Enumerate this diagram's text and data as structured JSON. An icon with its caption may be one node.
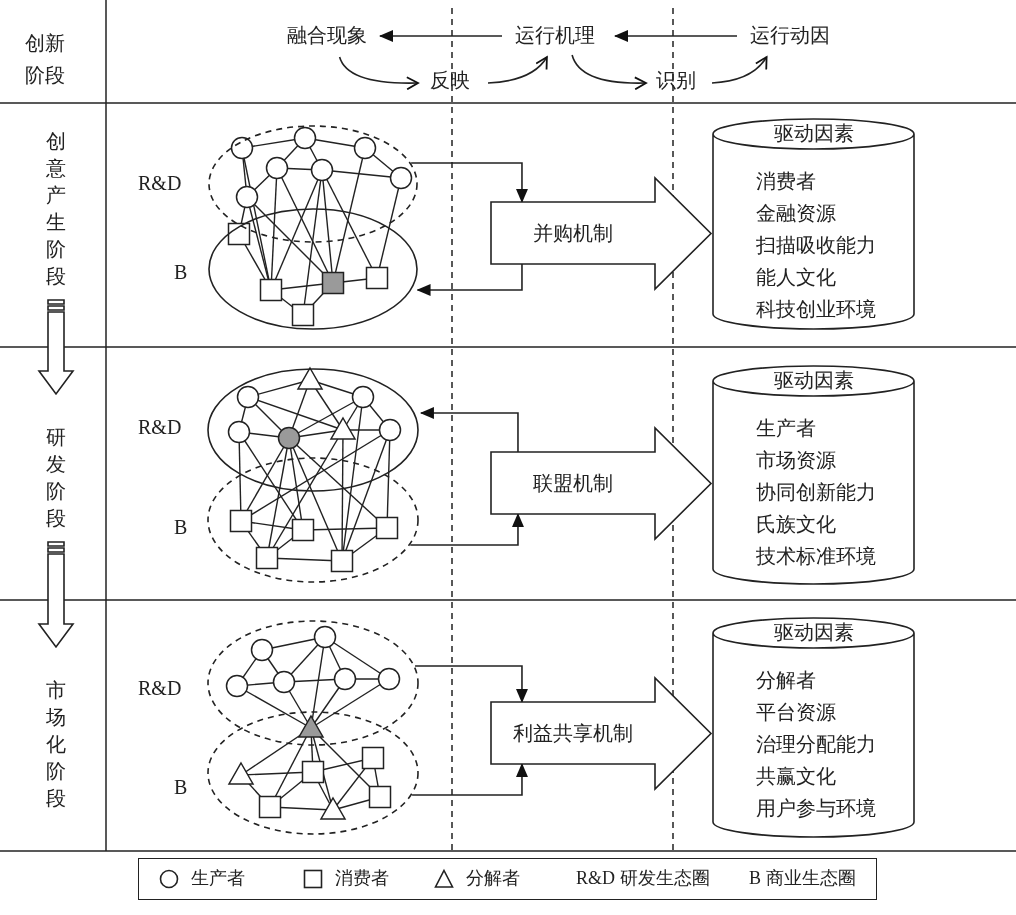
{
  "diagram": {
    "nodes": [
      {
        "text": [
          "融合现象"
        ]
      },
      {
        "text": [
          "运行机理"
        ]
      },
      {
        "text": [
          "运行动因"
        ]
      },
      {
        "text": [
          "反映"
        ]
      },
      {
        "text": [
          "识别"
        ]
      },
      {
        "text": [
          "创意产生阶段"
        ]
      },
      {
        "text": [
          "研发阶段"
        ]
      },
      {
        "text": [
          "市场化阶段"
        ]
      },
      {
        "text": [
          "R&D"
        ]
      },
      {
        "text": [
          "B"
        ]
      },
      {
        "text": [
          "并购机制"
        ]
      },
      {
        "text": [
          "驱动因素",
          "消费者",
          "金融资源",
          "扫描吸收能力",
          "能人文化",
          "科技创业环境"
        ]
      },
      {
        "text": [
          "R&D"
        ]
      },
      {
        "text": [
          "B"
        ]
      },
      {
        "text": [
          "联盟机制"
        ]
      },
      {
        "text": [
          "驱动因素",
          "生产者",
          "市场资源",
          "协同创新能力",
          "氏族文化",
          "技术标准环境"
        ]
      },
      {
        "text": [
          "R&D"
        ]
      },
      {
        "text": [
          "B"
        ]
      },
      {
        "text": [
          "利益共享机制"
        ]
      },
      {
        "text": [
          "驱动因素",
          "分解者",
          "平台资源",
          "治理分配能力",
          "共赢文化",
          "用户参与环境"
        ]
      }
    ],
    "edges": [
      {
        "from": 2,
        "to": 1,
        "arrow": "to"
      },
      {
        "from": 1,
        "to": 0,
        "arrow": "to"
      },
      {
        "from": 0,
        "to": 3,
        "arrow": "to"
      },
      {
        "from": 3,
        "to": 1,
        "arrow": "to"
      },
      {
        "from": 1,
        "to": 4,
        "arrow": "to"
      },
      {
        "from": 4,
        "to": 2,
        "arrow": "to"
      },
      {
        "from": 5,
        "to": 6,
        "arrow": "to"
      },
      {
        "from": 6,
        "to": 7,
        "arrow": "to"
      },
      {
        "from": 8,
        "to": 10,
        "arrow": "to"
      },
      {
        "from": 10,
        "to": 9,
        "arrow": "to"
      },
      {
        "from": 14,
        "to": 12,
        "arrow": "to"
      },
      {
        "from": 13,
        "to": 14,
        "arrow": "to"
      },
      {
        "from": 16,
        "to": 18,
        "arrow": "to"
      },
      {
        "from": 17,
        "to": 18,
        "arrow": "to"
      }
    ],
    "labels": [
      "创新阶段"
    ],
    "legend": [
      {
        "text": "生产者"
      },
      {
        "text": "消费者"
      },
      {
        "text": "分解者"
      },
      {
        "text": "R&D 研发生态圈"
      },
      {
        "text": "B 商业生态圈"
      }
    ]
  }
}
